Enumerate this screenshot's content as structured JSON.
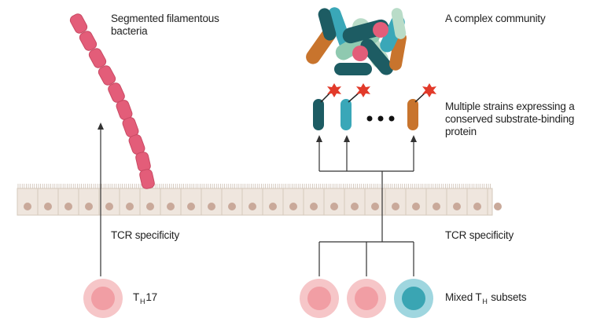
{
  "labels": {
    "sfb": "Segmented filamentous bacteria",
    "complex_community": "A complex community",
    "multiple_strains": "Multiple strains expressing a conserved substrate-binding protein",
    "tcr_left": "TCR specificity",
    "tcr_right": "TCR specificity",
    "th17_main": "T",
    "th17_sub": "H",
    "th17_tail": "17",
    "mixed_main": "Mixed T",
    "mixed_sub": "H",
    "mixed_tail": " subsets"
  },
  "colors": {
    "sfb_segment": "#e35d79",
    "sfb_outline": "#c94a64",
    "epithelium": "#efe6de",
    "epithelium_border": "#d6c9bc",
    "nucleus": "#c9a99a",
    "tcell_pink_outer": "#f6c6c8",
    "tcell_pink_inner": "#f19ea4",
    "tcell_teal_outer": "#9fd6df",
    "tcell_teal_inner": "#3aa5b3",
    "strain_dark_teal": "#1d5c63",
    "strain_teal": "#3aa7b8",
    "strain_orange": "#c8742d",
    "protein_red": "#e23a2a",
    "line": "#333333"
  },
  "icons": [
    "segmented-filamentous-bacterium",
    "bacterial-cluster",
    "antigen-protein-star",
    "epithelial-cell",
    "t-cell"
  ]
}
